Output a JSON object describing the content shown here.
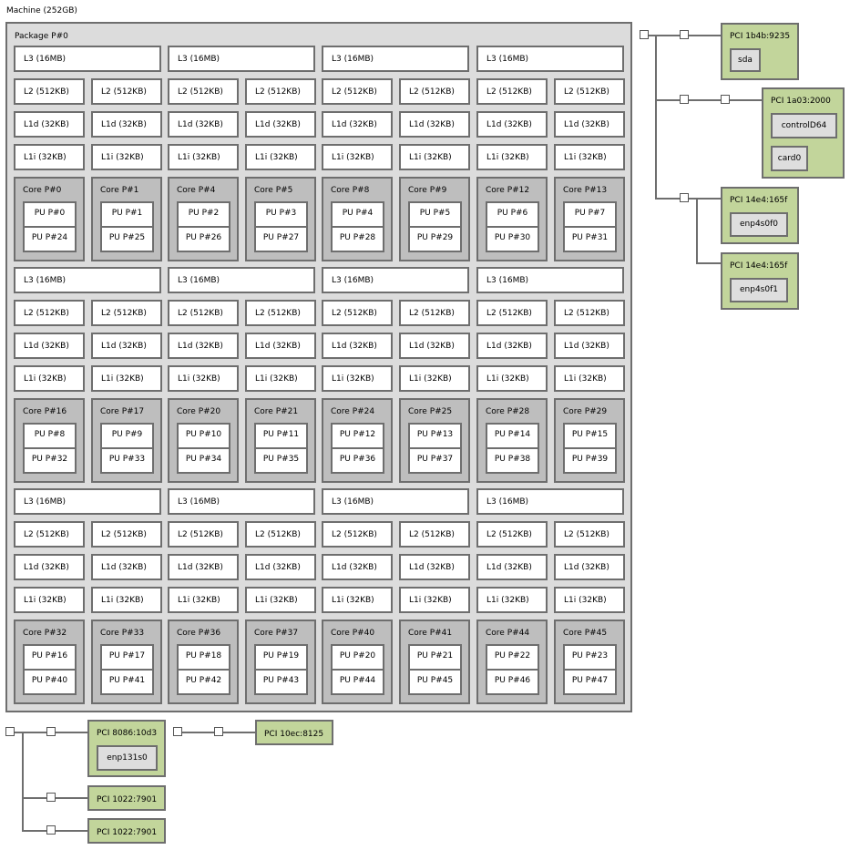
{
  "machine": {
    "title": "Machine (252GB)"
  },
  "package": {
    "title": "Package P#0",
    "groups": [
      {
        "l3": [
          "L3 (16MB)",
          "L3 (16MB)",
          "L3 (16MB)",
          "L3 (16MB)"
        ],
        "l2": [
          "L2 (512KB)",
          "L2 (512KB)",
          "L2 (512KB)",
          "L2 (512KB)",
          "L2 (512KB)",
          "L2 (512KB)",
          "L2 (512KB)",
          "L2 (512KB)"
        ],
        "l1d": [
          "L1d (32KB)",
          "L1d (32KB)",
          "L1d (32KB)",
          "L1d (32KB)",
          "L1d (32KB)",
          "L1d (32KB)",
          "L1d (32KB)",
          "L1d (32KB)"
        ],
        "l1i": [
          "L1i (32KB)",
          "L1i (32KB)",
          "L1i (32KB)",
          "L1i (32KB)",
          "L1i (32KB)",
          "L1i (32KB)",
          "L1i (32KB)",
          "L1i (32KB)"
        ],
        "cores": [
          {
            "label": "Core P#0",
            "pus": [
              "PU P#0",
              "PU P#24"
            ]
          },
          {
            "label": "Core P#1",
            "pus": [
              "PU P#1",
              "PU P#25"
            ]
          },
          {
            "label": "Core P#4",
            "pus": [
              "PU P#2",
              "PU P#26"
            ]
          },
          {
            "label": "Core P#5",
            "pus": [
              "PU P#3",
              "PU P#27"
            ]
          },
          {
            "label": "Core P#8",
            "pus": [
              "PU P#4",
              "PU P#28"
            ]
          },
          {
            "label": "Core P#9",
            "pus": [
              "PU P#5",
              "PU P#29"
            ]
          },
          {
            "label": "Core P#12",
            "pus": [
              "PU P#6",
              "PU P#30"
            ]
          },
          {
            "label": "Core P#13",
            "pus": [
              "PU P#7",
              "PU P#31"
            ]
          }
        ]
      },
      {
        "l3": [
          "L3 (16MB)",
          "L3 (16MB)",
          "L3 (16MB)",
          "L3 (16MB)"
        ],
        "l2": [
          "L2 (512KB)",
          "L2 (512KB)",
          "L2 (512KB)",
          "L2 (512KB)",
          "L2 (512KB)",
          "L2 (512KB)",
          "L2 (512KB)",
          "L2 (512KB)"
        ],
        "l1d": [
          "L1d (32KB)",
          "L1d (32KB)",
          "L1d (32KB)",
          "L1d (32KB)",
          "L1d (32KB)",
          "L1d (32KB)",
          "L1d (32KB)",
          "L1d (32KB)"
        ],
        "l1i": [
          "L1i (32KB)",
          "L1i (32KB)",
          "L1i (32KB)",
          "L1i (32KB)",
          "L1i (32KB)",
          "L1i (32KB)",
          "L1i (32KB)",
          "L1i (32KB)"
        ],
        "cores": [
          {
            "label": "Core P#16",
            "pus": [
              "PU P#8",
              "PU P#32"
            ]
          },
          {
            "label": "Core P#17",
            "pus": [
              "PU P#9",
              "PU P#33"
            ]
          },
          {
            "label": "Core P#20",
            "pus": [
              "PU P#10",
              "PU P#34"
            ]
          },
          {
            "label": "Core P#21",
            "pus": [
              "PU P#11",
              "PU P#35"
            ]
          },
          {
            "label": "Core P#24",
            "pus": [
              "PU P#12",
              "PU P#36"
            ]
          },
          {
            "label": "Core P#25",
            "pus": [
              "PU P#13",
              "PU P#37"
            ]
          },
          {
            "label": "Core P#28",
            "pus": [
              "PU P#14",
              "PU P#38"
            ]
          },
          {
            "label": "Core P#29",
            "pus": [
              "PU P#15",
              "PU P#39"
            ]
          }
        ]
      },
      {
        "l3": [
          "L3 (16MB)",
          "L3 (16MB)",
          "L3 (16MB)",
          "L3 (16MB)"
        ],
        "l2": [
          "L2 (512KB)",
          "L2 (512KB)",
          "L2 (512KB)",
          "L2 (512KB)",
          "L2 (512KB)",
          "L2 (512KB)",
          "L2 (512KB)",
          "L2 (512KB)"
        ],
        "l1d": [
          "L1d (32KB)",
          "L1d (32KB)",
          "L1d (32KB)",
          "L1d (32KB)",
          "L1d (32KB)",
          "L1d (32KB)",
          "L1d (32KB)",
          "L1d (32KB)"
        ],
        "l1i": [
          "L1i (32KB)",
          "L1i (32KB)",
          "L1i (32KB)",
          "L1i (32KB)",
          "L1i (32KB)",
          "L1i (32KB)",
          "L1i (32KB)",
          "L1i (32KB)"
        ],
        "cores": [
          {
            "label": "Core P#32",
            "pus": [
              "PU P#16",
              "PU P#40"
            ]
          },
          {
            "label": "Core P#33",
            "pus": [
              "PU P#17",
              "PU P#41"
            ]
          },
          {
            "label": "Core P#36",
            "pus": [
              "PU P#18",
              "PU P#42"
            ]
          },
          {
            "label": "Core P#37",
            "pus": [
              "PU P#19",
              "PU P#43"
            ]
          },
          {
            "label": "Core P#40",
            "pus": [
              "PU P#20",
              "PU P#44"
            ]
          },
          {
            "label": "Core P#41",
            "pus": [
              "PU P#21",
              "PU P#45"
            ]
          },
          {
            "label": "Core P#44",
            "pus": [
              "PU P#22",
              "PU P#46"
            ]
          },
          {
            "label": "Core P#45",
            "pus": [
              "PU P#23",
              "PU P#47"
            ]
          }
        ]
      }
    ]
  },
  "pci_right": {
    "sata": {
      "label": "PCI 1b4b:9235",
      "devices": [
        "sda"
      ]
    },
    "gpu": {
      "label": "PCI 1a03:2000",
      "devices": [
        "controlD64",
        "card0"
      ]
    },
    "nic0": {
      "label": "PCI 14e4:165f",
      "devices": [
        "enp4s0f0"
      ]
    },
    "nic1": {
      "label": "PCI 14e4:165f",
      "devices": [
        "enp4s0f1"
      ]
    }
  },
  "pci_bottom": {
    "intel_nic": {
      "label": "PCI 8086:10d3",
      "devices": [
        "enp131s0"
      ]
    },
    "amd1": {
      "label": "PCI 1022:7901"
    },
    "amd2": {
      "label": "PCI 1022:7901"
    },
    "realtek": {
      "label": "PCI 10ec:8125"
    }
  },
  "colors": {
    "package_bg": "#dcdcdc",
    "cache_bg": "#ffffff",
    "core_bg": "#bebebe",
    "pci_bg": "#c2d59b",
    "osdev_bg": "#dedede",
    "border": "#6e6e6e"
  }
}
